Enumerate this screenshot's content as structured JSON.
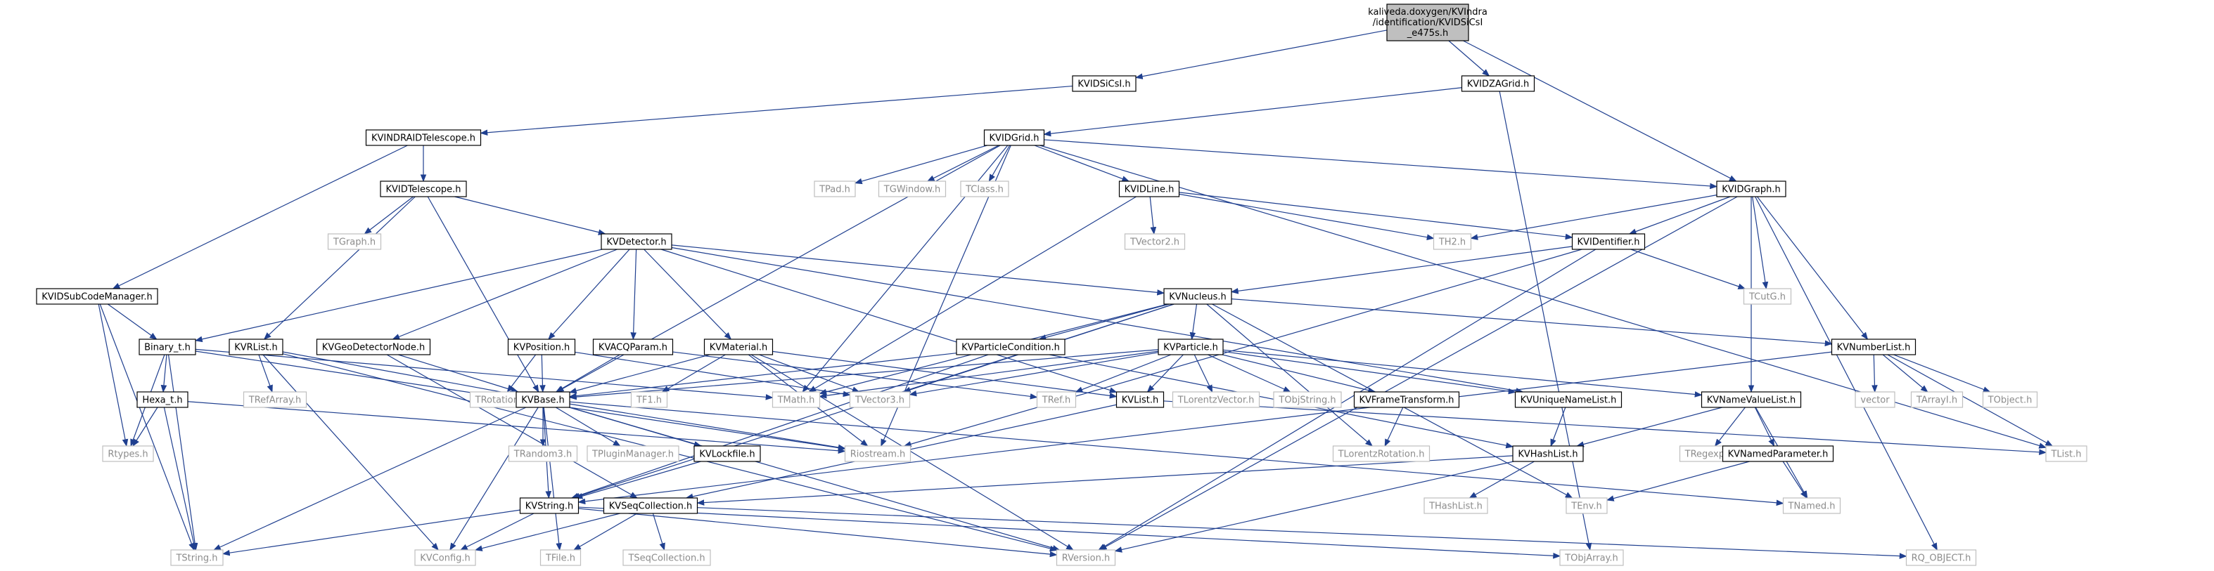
{
  "diagram": {
    "title_lines": [
      "kaliveda.doxygen/KVIndra",
      "/identification/KVIDSiCsI",
      "_e475s.h"
    ],
    "nodes": [
      {
        "id": "root",
        "label": "",
        "ghost": false
      },
      {
        "id": "kvidsicsi",
        "label": "KVIDSiCsI.h",
        "ghost": false
      },
      {
        "id": "kvidzagrid",
        "label": "KVIDZAGrid.h",
        "ghost": false
      },
      {
        "id": "kvindraidtelescope",
        "label": "KVINDRAIDTelescope.h",
        "ghost": false
      },
      {
        "id": "kvidgrid",
        "label": "KVIDGrid.h",
        "ghost": false
      },
      {
        "id": "kvidtelescope",
        "label": "KVIDTelescope.h",
        "ghost": false
      },
      {
        "id": "tpad",
        "label": "TPad.h",
        "ghost": true
      },
      {
        "id": "tgwindow",
        "label": "TGWindow.h",
        "ghost": true
      },
      {
        "id": "tclass",
        "label": "TClass.h",
        "ghost": true
      },
      {
        "id": "kvidline",
        "label": "KVIDLine.h",
        "ghost": false
      },
      {
        "id": "kvidgraph",
        "label": "KVIDGraph.h",
        "ghost": false
      },
      {
        "id": "tgraph",
        "label": "TGraph.h",
        "ghost": true
      },
      {
        "id": "tvector2",
        "label": "TVector2.h",
        "ghost": true
      },
      {
        "id": "th2",
        "label": "TH2.h",
        "ghost": true
      },
      {
        "id": "kvidentifier",
        "label": "KVIDentifier.h",
        "ghost": false
      },
      {
        "id": "kvdetector",
        "label": "KVDetector.h",
        "ghost": false
      },
      {
        "id": "kvidsubcodemanager",
        "label": "KVIDSubCodeManager.h",
        "ghost": false
      },
      {
        "id": "tcutg",
        "label": "TCutG.h",
        "ghost": true
      },
      {
        "id": "kvnucleus",
        "label": "KVNucleus.h",
        "ghost": false
      },
      {
        "id": "binary_t",
        "label": "Binary_t.h",
        "ghost": false
      },
      {
        "id": "kvrlist",
        "label": "KVRList.h",
        "ghost": false
      },
      {
        "id": "kvgeodetectornode",
        "label": "KVGeoDetectorNode.h",
        "ghost": false
      },
      {
        "id": "kvposition",
        "label": "KVPosition.h",
        "ghost": false
      },
      {
        "id": "kvacqparam",
        "label": "KVACQParam.h",
        "ghost": false
      },
      {
        "id": "kvmaterial",
        "label": "KVMaterial.h",
        "ghost": false
      },
      {
        "id": "kvparticlecondition",
        "label": "KVParticleCondition.h",
        "ghost": false
      },
      {
        "id": "kvparticle",
        "label": "KVParticle.h",
        "ghost": false
      },
      {
        "id": "kvnumberlist",
        "label": "KVNumberList.h",
        "ghost": false
      },
      {
        "id": "hexa_t",
        "label": "Hexa_t.h",
        "ghost": false
      },
      {
        "id": "trefarray",
        "label": "TRefArray.h",
        "ghost": true
      },
      {
        "id": "trotation",
        "label": "TRotation.h",
        "ghost": true
      },
      {
        "id": "kvbase",
        "label": "KVBase.h",
        "ghost": false
      },
      {
        "id": "tf1",
        "label": "TF1.h",
        "ghost": true
      },
      {
        "id": "tmath",
        "label": "TMath.h",
        "ghost": true
      },
      {
        "id": "tvector3",
        "label": "TVector3.h",
        "ghost": true
      },
      {
        "id": "tref",
        "label": "TRef.h",
        "ghost": true
      },
      {
        "id": "kvlist",
        "label": "KVList.h",
        "ghost": false
      },
      {
        "id": "tlorentzvector",
        "label": "TLorentzVector.h",
        "ghost": true
      },
      {
        "id": "tobjstring",
        "label": "TObjString.h",
        "ghost": true
      },
      {
        "id": "kvframetransform",
        "label": "KVFrameTransform.h",
        "ghost": false
      },
      {
        "id": "kvuniquenamelist",
        "label": "KVUniqueNameList.h",
        "ghost": false
      },
      {
        "id": "kvnamevaluelist",
        "label": "KVNameValueList.h",
        "ghost": false
      },
      {
        "id": "vector",
        "label": "vector",
        "ghost": true
      },
      {
        "id": "tarrayi",
        "label": "TArrayI.h",
        "ghost": true
      },
      {
        "id": "tobject",
        "label": "TObject.h",
        "ghost": true
      },
      {
        "id": "rtypes",
        "label": "Rtypes.h",
        "ghost": true
      },
      {
        "id": "trandom3",
        "label": "TRandom3.h",
        "ghost": true
      },
      {
        "id": "tpluginmanager",
        "label": "TPluginManager.h",
        "ghost": true
      },
      {
        "id": "kvlockfile",
        "label": "KVLockfile.h",
        "ghost": false
      },
      {
        "id": "riostream",
        "label": "Riostream.h",
        "ghost": true
      },
      {
        "id": "tlorentzrotation",
        "label": "TLorentzRotation.h",
        "ghost": true
      },
      {
        "id": "tregexp",
        "label": "TRegexp.h",
        "ghost": true
      },
      {
        "id": "kvnamedparameter",
        "label": "KVNamedParameter.h",
        "ghost": false
      },
      {
        "id": "tlist",
        "label": "TList.h",
        "ghost": true
      },
      {
        "id": "kvhashlist",
        "label": "KVHashList.h",
        "ghost": false
      },
      {
        "id": "kvstring",
        "label": "KVString.h",
        "ghost": false
      },
      {
        "id": "kvseqcollection",
        "label": "KVSeqCollection.h",
        "ghost": false
      },
      {
        "id": "thashlist",
        "label": "THashList.h",
        "ghost": true
      },
      {
        "id": "tenv",
        "label": "TEnv.h",
        "ghost": true
      },
      {
        "id": "tnamed",
        "label": "TNamed.h",
        "ghost": true
      },
      {
        "id": "tstring",
        "label": "TString.h",
        "ghost": true
      },
      {
        "id": "kvconfig",
        "label": "KVConfig.h",
        "ghost": true
      },
      {
        "id": "tfile",
        "label": "TFile.h",
        "ghost": true
      },
      {
        "id": "tseqcollection",
        "label": "TSeqCollection.h",
        "ghost": true
      },
      {
        "id": "rversion",
        "label": "RVersion.h",
        "ghost": true
      },
      {
        "id": "tobjarray",
        "label": "TObjArray.h",
        "ghost": true
      },
      {
        "id": "rq_object",
        "label": "RQ_OBJECT.h",
        "ghost": true
      }
    ],
    "edges": [
      [
        "root",
        "kvidsicsi"
      ],
      [
        "root",
        "kvidzagrid"
      ],
      [
        "root",
        "kvidgraph"
      ],
      [
        "kvidsicsi",
        "kvindraidtelescope"
      ],
      [
        "kvidzagrid",
        "kvidgrid"
      ],
      [
        "kvidzagrid",
        "tobjarray"
      ],
      [
        "kvindraidtelescope",
        "kvidtelescope"
      ],
      [
        "kvindraidtelescope",
        "kvidsubcodemanager"
      ],
      [
        "kvidgrid",
        "tpad"
      ],
      [
        "kvidgrid",
        "tgwindow"
      ],
      [
        "kvidgrid",
        "tclass"
      ],
      [
        "kvidgrid",
        "kvidline"
      ],
      [
        "kvidgrid",
        "kvidgraph"
      ],
      [
        "kvidgrid",
        "tmath"
      ],
      [
        "kvidgrid",
        "tlist"
      ],
      [
        "kvidgrid",
        "kvbase"
      ],
      [
        "kvidgrid",
        "riostream"
      ],
      [
        "kvidtelescope",
        "tgraph"
      ],
      [
        "kvidtelescope",
        "kvdetector"
      ],
      [
        "kvidtelescope",
        "kvrlist"
      ],
      [
        "kvidtelescope",
        "kvbase"
      ],
      [
        "kvidline",
        "tvector2"
      ],
      [
        "kvidline",
        "th2"
      ],
      [
        "kvidline",
        "kvidentifier"
      ],
      [
        "kvidline",
        "tmath"
      ],
      [
        "kvidgraph",
        "th2"
      ],
      [
        "kvidgraph",
        "kvidentifier"
      ],
      [
        "kvidgraph",
        "tcutg"
      ],
      [
        "kvidgraph",
        "kvnumberlist"
      ],
      [
        "kvidgraph",
        "kvnamevaluelist"
      ],
      [
        "kvidgraph",
        "rversion"
      ],
      [
        "kvidgraph",
        "rq_object"
      ],
      [
        "kvidentifier",
        "kvnucleus"
      ],
      [
        "kvidentifier",
        "tcutg"
      ],
      [
        "kvidentifier",
        "riostream"
      ],
      [
        "kvidentifier",
        "rversion"
      ],
      [
        "kvdetector",
        "binary_t"
      ],
      [
        "kvdetector",
        "kvgeodetectornode"
      ],
      [
        "kvdetector",
        "kvposition"
      ],
      [
        "kvdetector",
        "kvacqparam"
      ],
      [
        "kvdetector",
        "kvmaterial"
      ],
      [
        "kvdetector",
        "kvnucleus"
      ],
      [
        "kvdetector",
        "kvlist"
      ],
      [
        "kvdetector",
        "kvuniquenamelist"
      ],
      [
        "kvidsubcodemanager",
        "binary_t"
      ],
      [
        "kvidsubcodemanager",
        "rtypes"
      ],
      [
        "kvidsubcodemanager",
        "tstring"
      ],
      [
        "kvnucleus",
        "kvparticlecondition"
      ],
      [
        "kvnucleus",
        "kvparticle"
      ],
      [
        "kvnucleus",
        "kvnumberlist"
      ],
      [
        "kvnucleus",
        "tlorentzrotation"
      ],
      [
        "kvnucleus",
        "tenv"
      ],
      [
        "kvnucleus",
        "kvstring"
      ],
      [
        "kvnucleus",
        "tvector3"
      ],
      [
        "kvnucleus",
        "tmath"
      ],
      [
        "binary_t",
        "hexa_t"
      ],
      [
        "binary_t",
        "rtypes"
      ],
      [
        "binary_t",
        "tstring"
      ],
      [
        "binary_t",
        "riostream"
      ],
      [
        "binary_t",
        "tmath"
      ],
      [
        "kvrlist",
        "trefarray"
      ],
      [
        "kvrlist",
        "kvbase"
      ],
      [
        "kvrlist",
        "kvconfig"
      ],
      [
        "kvrlist",
        "rversion"
      ],
      [
        "kvgeodetectornode",
        "kvbase"
      ],
      [
        "kvgeodetectornode",
        "kvseqcollection"
      ],
      [
        "kvposition",
        "trotation"
      ],
      [
        "kvposition",
        "kvbase"
      ],
      [
        "kvposition",
        "tvector3"
      ],
      [
        "kvacqparam",
        "kvbase"
      ],
      [
        "kvacqparam",
        "tref"
      ],
      [
        "kvmaterial",
        "kvbase"
      ],
      [
        "kvmaterial",
        "tf1"
      ],
      [
        "kvmaterial",
        "tvector3"
      ],
      [
        "kvmaterial",
        "riostream"
      ],
      [
        "kvmaterial",
        "kvlist"
      ],
      [
        "kvmaterial",
        "rversion"
      ],
      [
        "kvparticlecondition",
        "kvbase"
      ],
      [
        "kvparticlecondition",
        "kvhashlist"
      ],
      [
        "kvparticlecondition",
        "kvstring"
      ],
      [
        "kvparticle",
        "kvbase"
      ],
      [
        "kvparticle",
        "tmath"
      ],
      [
        "kvparticle",
        "tvector3"
      ],
      [
        "kvparticle",
        "tref"
      ],
      [
        "kvparticle",
        "kvlist"
      ],
      [
        "kvparticle",
        "tlorentzvector"
      ],
      [
        "kvparticle",
        "tobjstring"
      ],
      [
        "kvparticle",
        "kvframetransform"
      ],
      [
        "kvparticle",
        "kvuniquenamelist"
      ],
      [
        "kvparticle",
        "kvnamevaluelist"
      ],
      [
        "kvnumberlist",
        "vector"
      ],
      [
        "kvnumberlist",
        "tarrayi"
      ],
      [
        "kvnumberlist",
        "tobject"
      ],
      [
        "kvnumberlist",
        "tlist"
      ],
      [
        "kvnumberlist",
        "kvstring"
      ],
      [
        "hexa_t",
        "rtypes"
      ],
      [
        "hexa_t",
        "tstring"
      ],
      [
        "hexa_t",
        "riostream"
      ],
      [
        "kvbase",
        "trandom3"
      ],
      [
        "kvbase",
        "tpluginmanager"
      ],
      [
        "kvbase",
        "kvlockfile"
      ],
      [
        "kvbase",
        "riostream"
      ],
      [
        "kvbase",
        "tstring"
      ],
      [
        "kvbase",
        "kvconfig"
      ],
      [
        "kvbase",
        "tfile"
      ],
      [
        "kvbase",
        "tnamed"
      ],
      [
        "kvbase",
        "rversion"
      ],
      [
        "kvbase",
        "kvstring"
      ],
      [
        "kvlist",
        "kvseqcollection"
      ],
      [
        "kvlist",
        "tlist"
      ],
      [
        "kvframetransform",
        "tlorentzrotation"
      ],
      [
        "kvuniquenamelist",
        "kvhashlist"
      ],
      [
        "kvnamevaluelist",
        "tregexp"
      ],
      [
        "kvnamevaluelist",
        "kvnamedparameter"
      ],
      [
        "kvnamevaluelist",
        "kvhashlist"
      ],
      [
        "kvnamevaluelist",
        "tnamed"
      ],
      [
        "kvnamedparameter",
        "tenv"
      ],
      [
        "kvnamedparameter",
        "tnamed"
      ],
      [
        "kvlockfile",
        "kvstring"
      ],
      [
        "kvhashlist",
        "kvseqcollection"
      ],
      [
        "kvhashlist",
        "thashlist"
      ],
      [
        "kvhashlist",
        "rversion"
      ],
      [
        "kvstring",
        "tstring"
      ],
      [
        "kvstring",
        "kvconfig"
      ],
      [
        "kvstring",
        "rversion"
      ],
      [
        "kvstring",
        "tobjarray"
      ],
      [
        "kvseqcollection",
        "kvconfig"
      ],
      [
        "kvseqcollection",
        "tfile"
      ],
      [
        "kvseqcollection",
        "tseqcollection"
      ],
      [
        "kvseqcollection",
        "rq_object"
      ]
    ]
  }
}
